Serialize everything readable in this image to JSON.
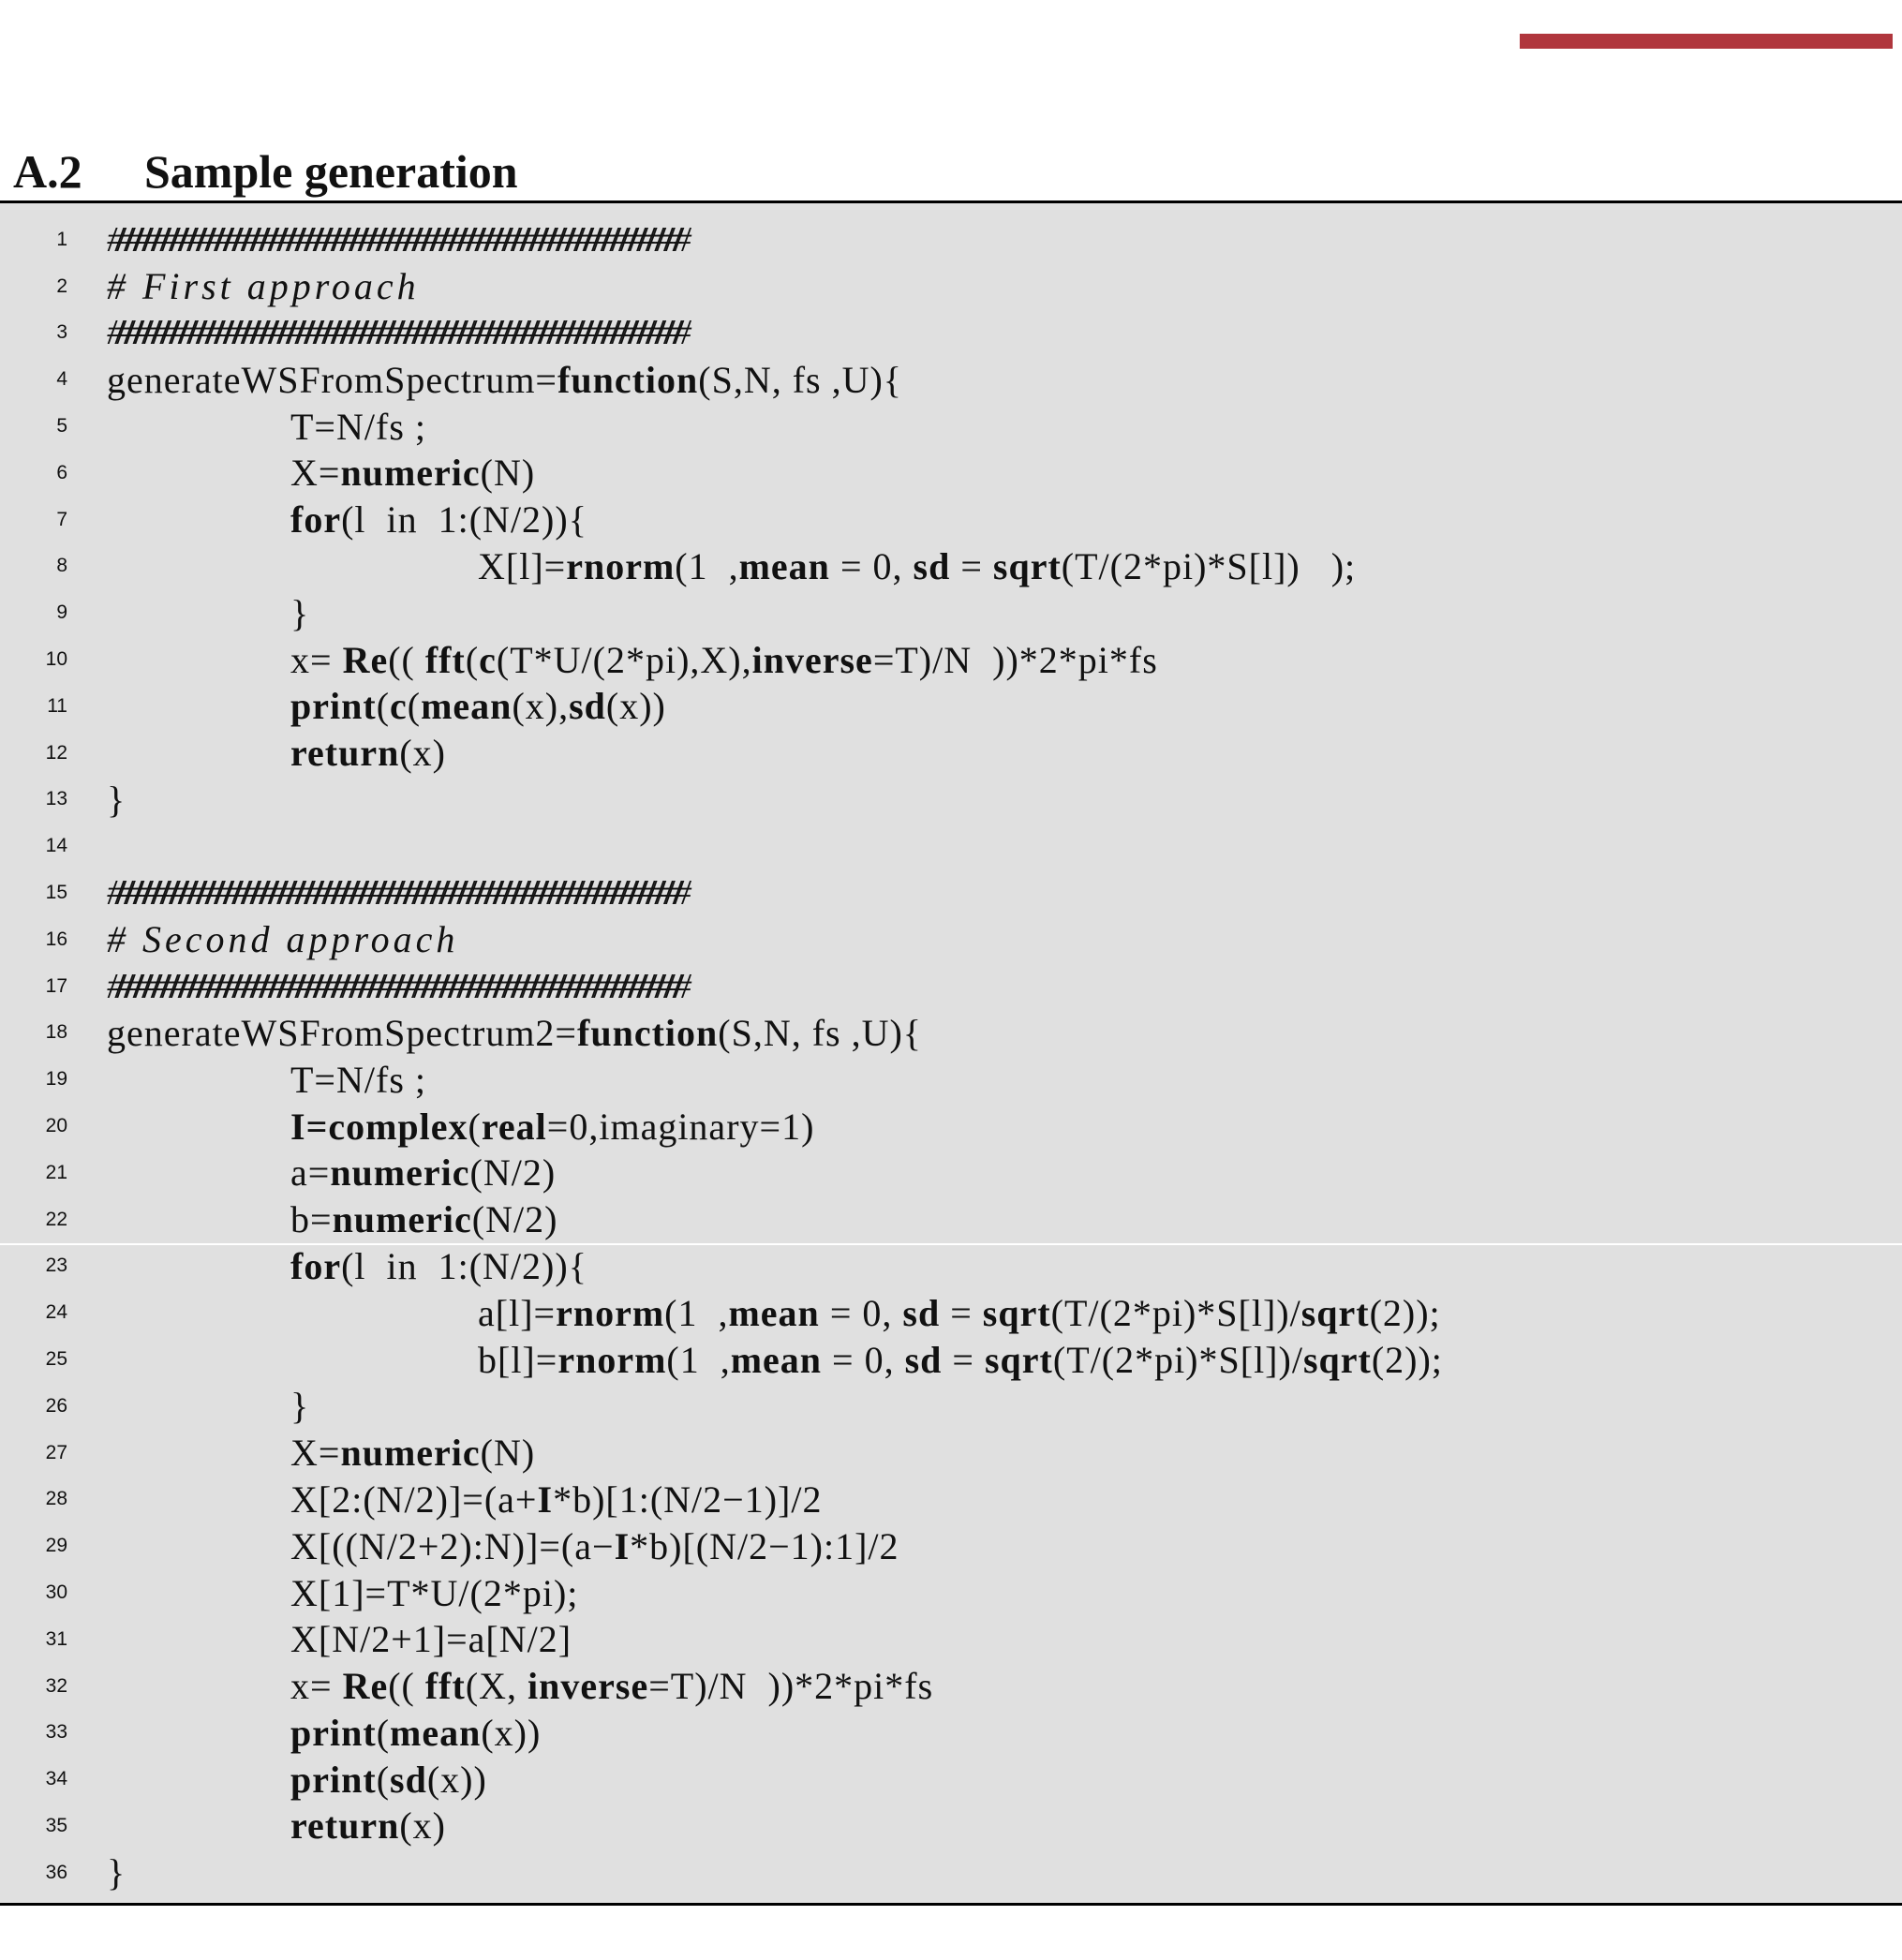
{
  "header": {
    "accent_color": "#b0363d",
    "section_number": "A.2",
    "section_title": "Sample generation"
  },
  "listing": {
    "background": "#e0e0e0",
    "lines": [
      {
        "n": "1",
        "indent": 0,
        "type": "hashes",
        "segments": [
          {
            "t": "################################################################",
            "b": false
          }
        ]
      },
      {
        "n": "2",
        "indent": 0,
        "type": "comment",
        "segments": [
          {
            "t": "# First approach",
            "b": false
          }
        ]
      },
      {
        "n": "3",
        "indent": 0,
        "type": "hashes",
        "segments": [
          {
            "t": "################################################################",
            "b": false
          }
        ]
      },
      {
        "n": "4",
        "indent": 0,
        "type": "code",
        "segments": [
          {
            "t": "generateWSFromSpectrum=",
            "b": false
          },
          {
            "t": "function",
            "b": true
          },
          {
            "t": "(S,N, fs ,U){",
            "b": false
          }
        ]
      },
      {
        "n": "5",
        "indent": 1,
        "type": "code",
        "segments": [
          {
            "t": "T=N/fs ;",
            "b": false
          }
        ]
      },
      {
        "n": "6",
        "indent": 1,
        "type": "code",
        "segments": [
          {
            "t": "X=",
            "b": false
          },
          {
            "t": "numeric",
            "b": true
          },
          {
            "t": "(N)",
            "b": false
          }
        ]
      },
      {
        "n": "7",
        "indent": 1,
        "type": "code",
        "segments": [
          {
            "t": "for",
            "b": true
          },
          {
            "t": "(l  in  1:(N/2)){",
            "b": false
          }
        ]
      },
      {
        "n": "8",
        "indent": 2,
        "type": "code",
        "segments": [
          {
            "t": "X[l]=",
            "b": false
          },
          {
            "t": "rnorm",
            "b": true
          },
          {
            "t": "(1  ,",
            "b": false
          },
          {
            "t": "mean",
            "b": true
          },
          {
            "t": " = 0, ",
            "b": false
          },
          {
            "t": "sd",
            "b": true
          },
          {
            "t": " = ",
            "b": false
          },
          {
            "t": "sqrt",
            "b": true
          },
          {
            "t": "(T/(2*pi)*S[l])   );",
            "b": false
          }
        ]
      },
      {
        "n": "9",
        "indent": 1,
        "type": "code",
        "segments": [
          {
            "t": "}",
            "b": false
          }
        ]
      },
      {
        "n": "10",
        "indent": 1,
        "type": "code",
        "segments": [
          {
            "t": "x= ",
            "b": false
          },
          {
            "t": "Re",
            "b": true
          },
          {
            "t": "(( ",
            "b": false
          },
          {
            "t": "fft",
            "b": true
          },
          {
            "t": "(",
            "b": false
          },
          {
            "t": "c",
            "b": true
          },
          {
            "t": "(T*U/(2*pi),X),",
            "b": false
          },
          {
            "t": "inverse",
            "b": true
          },
          {
            "t": "=T)/N  ))*2*pi*fs",
            "b": false
          }
        ]
      },
      {
        "n": "11",
        "indent": 1,
        "type": "code",
        "segments": [
          {
            "t": "print",
            "b": true
          },
          {
            "t": "(",
            "b": false
          },
          {
            "t": "c",
            "b": true
          },
          {
            "t": "(",
            "b": false
          },
          {
            "t": "mean",
            "b": true
          },
          {
            "t": "(x),",
            "b": false
          },
          {
            "t": "sd",
            "b": true
          },
          {
            "t": "(x))",
            "b": false
          }
        ]
      },
      {
        "n": "12",
        "indent": 1,
        "type": "code",
        "segments": [
          {
            "t": "return",
            "b": true
          },
          {
            "t": "(x)",
            "b": false
          }
        ]
      },
      {
        "n": "13",
        "indent": 0,
        "type": "code",
        "segments": [
          {
            "t": "}",
            "b": false
          }
        ]
      },
      {
        "n": "14",
        "indent": 0,
        "type": "code",
        "segments": [
          {
            "t": "",
            "b": false
          }
        ]
      },
      {
        "n": "15",
        "indent": 0,
        "type": "hashes",
        "segments": [
          {
            "t": "################################################################",
            "b": false
          }
        ]
      },
      {
        "n": "16",
        "indent": 0,
        "type": "comment",
        "segments": [
          {
            "t": "# Second approach",
            "b": false
          }
        ]
      },
      {
        "n": "17",
        "indent": 0,
        "type": "hashes",
        "segments": [
          {
            "t": "################################################################",
            "b": false
          }
        ]
      },
      {
        "n": "18",
        "indent": 0,
        "type": "code",
        "segments": [
          {
            "t": "generateWSFromSpectrum2=",
            "b": false
          },
          {
            "t": "function",
            "b": true
          },
          {
            "t": "(S,N, fs ,U){",
            "b": false
          }
        ]
      },
      {
        "n": "19",
        "indent": 1,
        "type": "code",
        "segments": [
          {
            "t": "T=N/fs ;",
            "b": false
          }
        ]
      },
      {
        "n": "20",
        "indent": 1,
        "type": "code",
        "segments": [
          {
            "t": "I=",
            "b": true
          },
          {
            "t": "complex",
            "b": true
          },
          {
            "t": "(",
            "b": false
          },
          {
            "t": "real",
            "b": true
          },
          {
            "t": "=0,imaginary=1)",
            "b": false
          }
        ]
      },
      {
        "n": "21",
        "indent": 1,
        "type": "code",
        "segments": [
          {
            "t": "a=",
            "b": false
          },
          {
            "t": "numeric",
            "b": true
          },
          {
            "t": "(N/2)",
            "b": false
          }
        ]
      },
      {
        "n": "22",
        "indent": 1,
        "type": "code",
        "segments": [
          {
            "t": "b=",
            "b": false
          },
          {
            "t": "numeric",
            "b": true
          },
          {
            "t": "(N/2)",
            "b": false
          }
        ]
      },
      {
        "n": "23",
        "indent": 1,
        "type": "code",
        "segments": [
          {
            "t": "for",
            "b": true
          },
          {
            "t": "(l  in  1:(N/2)){",
            "b": false
          }
        ]
      },
      {
        "n": "24",
        "indent": 2,
        "type": "code",
        "segments": [
          {
            "t": "a[l]=",
            "b": false
          },
          {
            "t": "rnorm",
            "b": true
          },
          {
            "t": "(1  ,",
            "b": false
          },
          {
            "t": "mean",
            "b": true
          },
          {
            "t": " = 0, ",
            "b": false
          },
          {
            "t": "sd",
            "b": true
          },
          {
            "t": " = ",
            "b": false
          },
          {
            "t": "sqrt",
            "b": true
          },
          {
            "t": "(T/(2*pi)*S[l])/",
            "b": false
          },
          {
            "t": "sqrt",
            "b": true
          },
          {
            "t": "(2));",
            "b": false
          }
        ]
      },
      {
        "n": "25",
        "indent": 2,
        "type": "code",
        "segments": [
          {
            "t": "b[l]=",
            "b": false
          },
          {
            "t": "rnorm",
            "b": true
          },
          {
            "t": "(1  ,",
            "b": false
          },
          {
            "t": "mean",
            "b": true
          },
          {
            "t": " = 0, ",
            "b": false
          },
          {
            "t": "sd",
            "b": true
          },
          {
            "t": " = ",
            "b": false
          },
          {
            "t": "sqrt",
            "b": true
          },
          {
            "t": "(T/(2*pi)*S[l])/",
            "b": false
          },
          {
            "t": "sqrt",
            "b": true
          },
          {
            "t": "(2));",
            "b": false
          }
        ]
      },
      {
        "n": "26",
        "indent": 1,
        "type": "code",
        "segments": [
          {
            "t": "}",
            "b": false
          }
        ]
      },
      {
        "n": "27",
        "indent": 1,
        "type": "code",
        "segments": [
          {
            "t": "X=",
            "b": false
          },
          {
            "t": "numeric",
            "b": true
          },
          {
            "t": "(N)",
            "b": false
          }
        ]
      },
      {
        "n": "28",
        "indent": 1,
        "type": "code",
        "segments": [
          {
            "t": "X[2:(N/2)]=(a+",
            "b": false
          },
          {
            "t": "I",
            "b": true
          },
          {
            "t": "*b)[1:(N/2−1)]/2",
            "b": false
          }
        ]
      },
      {
        "n": "29",
        "indent": 1,
        "type": "code",
        "segments": [
          {
            "t": "X[((N/2+2):N)]=(a−",
            "b": false
          },
          {
            "t": "I",
            "b": true
          },
          {
            "t": "*b)[(N/2−1):1]/2",
            "b": false
          }
        ]
      },
      {
        "n": "30",
        "indent": 1,
        "type": "code",
        "segments": [
          {
            "t": "X[1]=T*U/(2*pi);",
            "b": false
          }
        ]
      },
      {
        "n": "31",
        "indent": 1,
        "type": "code",
        "segments": [
          {
            "t": "X[N/2+1]=a[N/2]",
            "b": false
          }
        ]
      },
      {
        "n": "32",
        "indent": 1,
        "type": "code",
        "segments": [
          {
            "t": "x= ",
            "b": false
          },
          {
            "t": "Re",
            "b": true
          },
          {
            "t": "(( ",
            "b": false
          },
          {
            "t": "fft",
            "b": true
          },
          {
            "t": "(X, ",
            "b": false
          },
          {
            "t": "inverse",
            "b": true
          },
          {
            "t": "=T)/N  ))*2*pi*fs",
            "b": false
          }
        ]
      },
      {
        "n": "33",
        "indent": 1,
        "type": "code",
        "segments": [
          {
            "t": "print",
            "b": true
          },
          {
            "t": "(",
            "b": false
          },
          {
            "t": "mean",
            "b": true
          },
          {
            "t": "(x))",
            "b": false
          }
        ]
      },
      {
        "n": "34",
        "indent": 1,
        "type": "code",
        "segments": [
          {
            "t": "print",
            "b": true
          },
          {
            "t": "(",
            "b": false
          },
          {
            "t": "sd",
            "b": true
          },
          {
            "t": "(x))",
            "b": false
          }
        ]
      },
      {
        "n": "35",
        "indent": 1,
        "type": "code",
        "segments": [
          {
            "t": "return",
            "b": true
          },
          {
            "t": "(x)",
            "b": false
          }
        ]
      },
      {
        "n": "36",
        "indent": 0,
        "type": "code",
        "segments": [
          {
            "t": "}",
            "b": false
          }
        ]
      }
    ]
  }
}
